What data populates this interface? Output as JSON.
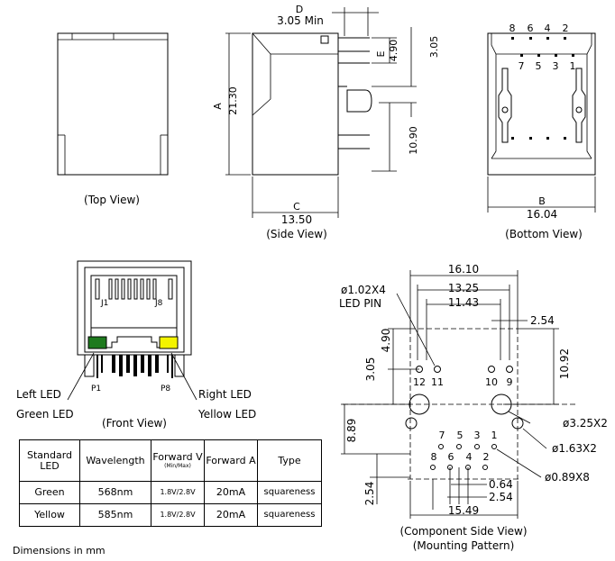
{
  "views": {
    "top": "(Top View)",
    "side": "(Side View)",
    "bottom": "(Bottom View)",
    "front": "(Front View)",
    "component_side_1": "(Component Side View)",
    "component_side_2": "(Mounting Pattern)"
  },
  "side_dims": {
    "d_letter": "D",
    "d_value": "3.05 Min",
    "e_letter": "E",
    "e_value": "4.90",
    "right_value": "3.05",
    "a_letter": "A",
    "a_value": "21.30",
    "lower_value": "10.90",
    "c_letter": "C",
    "c_value": "13.50"
  },
  "bottom_dims": {
    "b_letter": "B",
    "b_value": "16.04",
    "top_pins": [
      "8",
      "6",
      "4",
      "2"
    ],
    "bottom_pins": [
      "7",
      "5",
      "3",
      "1"
    ]
  },
  "front": {
    "j1": "J1",
    "j8": "J8",
    "p1": "P1",
    "p8": "P8",
    "left_led_1": "Left LED",
    "left_led_2": "Green LED",
    "right_led_1": "Right LED",
    "right_led_2": "Yellow LED",
    "colors": {
      "green": "#1e7a1e",
      "yellow": "#f4f400"
    }
  },
  "pattern": {
    "w_1610": "16.10",
    "w_1325": "13.25",
    "w_1143": "11.43",
    "w_254_top": "2.54",
    "led_pin_1": "ø1.02X4",
    "led_pin_2": "LED PIN",
    "v_490": "4.90",
    "v_305": "3.05",
    "v_1092": "10.92",
    "v_889": "8.89",
    "v_254_left": "2.54",
    "pins_top_row": [
      "12",
      "11",
      "10",
      "9"
    ],
    "pins_odd": [
      "7",
      "5",
      "3",
      "1"
    ],
    "pins_even": [
      "8",
      "6",
      "4",
      "2"
    ],
    "hole_large": "ø3.25X2",
    "hole_medium": "ø1.63X2",
    "hole_small": "ø0.89X8",
    "b_064": "0.64",
    "b_254": "2.54",
    "b_1549": "15.49"
  },
  "table": {
    "headers": [
      "Standard LED",
      "Wavelength",
      "Forward V",
      "(Min/Max)",
      "Forward A",
      "Type"
    ],
    "rows": [
      [
        "Green",
        "568nm",
        "1.8V/2.8V",
        "20mA",
        "squareness"
      ],
      [
        "Yellow",
        "585nm",
        "1.8V/2.8V",
        "20mA",
        "squareness"
      ]
    ]
  },
  "footer": "Dimensions in mm"
}
